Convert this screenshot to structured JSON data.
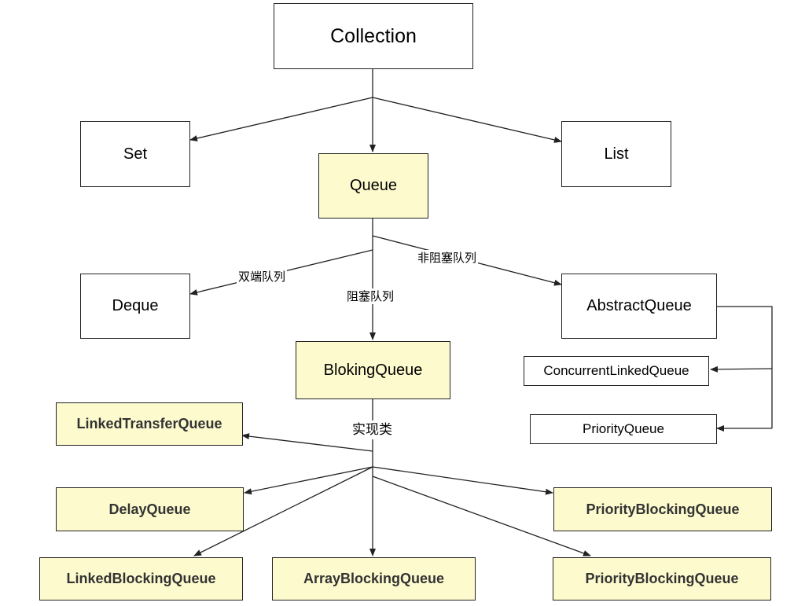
{
  "nodes": {
    "collection": "Collection",
    "set": "Set",
    "list": "List",
    "queue": "Queue",
    "deque": "Deque",
    "blocking_queue": "BlokingQueue",
    "abstract_queue": "AbstractQueue",
    "concurrent_linked_queue": "ConcurrentLinkedQueue",
    "priority_queue": "PriorityQueue",
    "linked_transfer_queue": "LinkedTransferQueue",
    "delay_queue": "DelayQueue",
    "priority_blocking_queue_top": "PriorityBlockingQueue",
    "linked_blocking_queue": "LinkedBlockingQueue",
    "array_blocking_queue": "ArrayBlockingQueue",
    "priority_blocking_queue_bottom": "PriorityBlockingQueue"
  },
  "edge_labels": {
    "double_ended": "双端队列",
    "blocking": "阻塞队列",
    "non_blocking": "非阻塞队列",
    "implementations": "实现类"
  },
  "colors": {
    "highlight_fill": "#fdfbce",
    "border": "#222222",
    "line": "#222222"
  }
}
